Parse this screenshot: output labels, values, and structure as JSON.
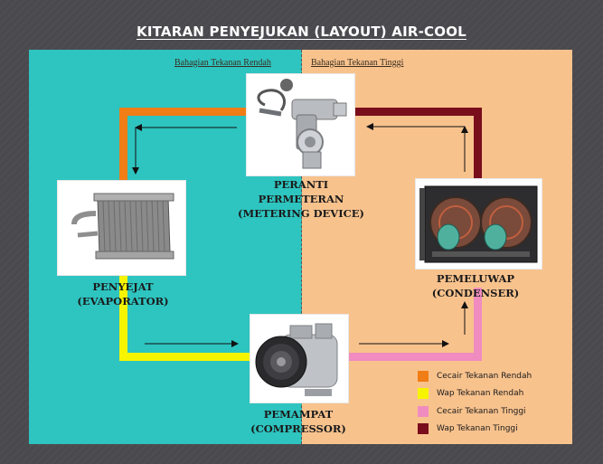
{
  "title": "KITARAN PENYEJUKAN (LAYOUT) AIR-COOL",
  "sides": {
    "low": "Bahagian Tekanan Rendah",
    "high": "Bahagian Tekanan Tinggi"
  },
  "components": {
    "metering": {
      "line1": "PERANTI",
      "line2": "PERMETERAN",
      "line3": "(METERING DEVICE)"
    },
    "evaporator": {
      "line1": "PENYEJAT",
      "line2": "(EVAPORATOR)"
    },
    "condenser": {
      "line1": "PEMELUWAP",
      "line2": "(CONDENSER)"
    },
    "compressor": {
      "line1": "PEMAMPAT",
      "line2": "(COMPRESSOR)"
    }
  },
  "legend": [
    {
      "label": "Cecair Tekanan Rendah",
      "color": "#f07d15"
    },
    {
      "label": "Wap Tekanan Rendah",
      "color": "#f7f400"
    },
    {
      "label": "Cecair Tekanan Tinggi",
      "color": "#f08cc0"
    },
    {
      "label": "Wap Tekanan Tinggi",
      "color": "#7a0d1c"
    }
  ],
  "colors": {
    "low_side_bg": "#2ec4c0",
    "high_side_bg": "#f8c28d",
    "background": "#4a4a4e"
  }
}
